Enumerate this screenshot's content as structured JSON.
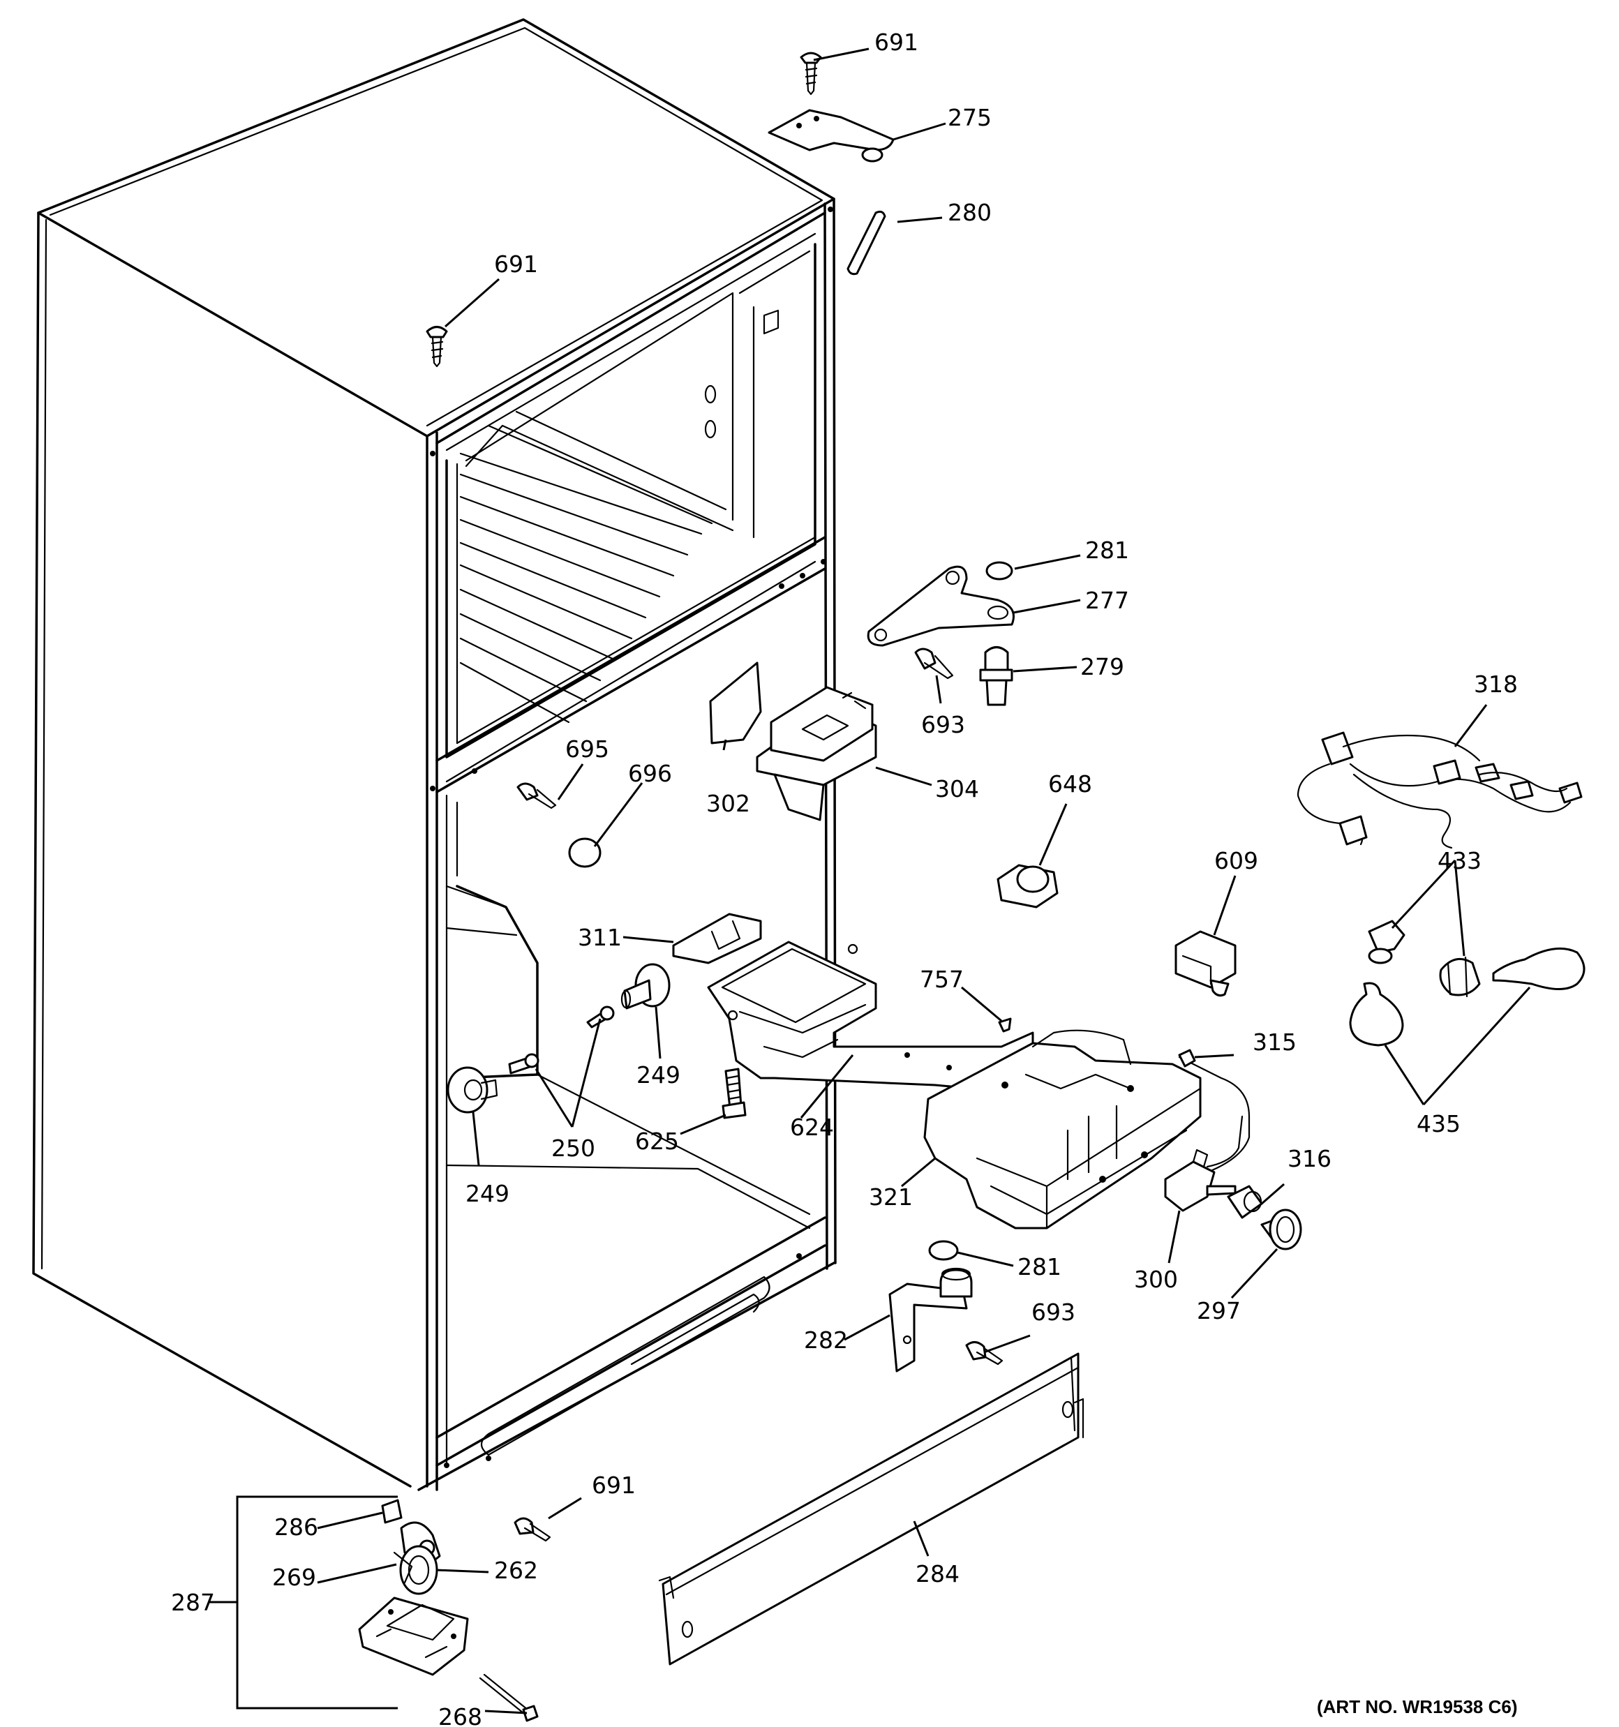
{
  "diagram": {
    "art_number": "(ART NO. WR19538 C6)",
    "labels": {
      "l691a": "691",
      "l275": "275",
      "l280": "280",
      "l691b": "691",
      "l281a": "281",
      "l277": "277",
      "l279": "279",
      "l693a": "693",
      "l318": "318",
      "l695": "695",
      "l696": "696",
      "l302": "302",
      "l304": "304",
      "l648": "648",
      "l609": "609",
      "l433": "433",
      "l311": "311",
      "l757": "757",
      "l315": "315",
      "l249a": "249",
      "l249b": "249",
      "l250": "250",
      "l625": "625",
      "l624": "624",
      "l435": "435",
      "l316": "316",
      "l321": "321",
      "l300": "300",
      "l297": "297",
      "l281b": "281",
      "l693b": "693",
      "l282": "282",
      "l691c": "691",
      "l286": "286",
      "l262": "262",
      "l269": "269",
      "l287": "287",
      "l284": "284",
      "l268": "268"
    }
  }
}
